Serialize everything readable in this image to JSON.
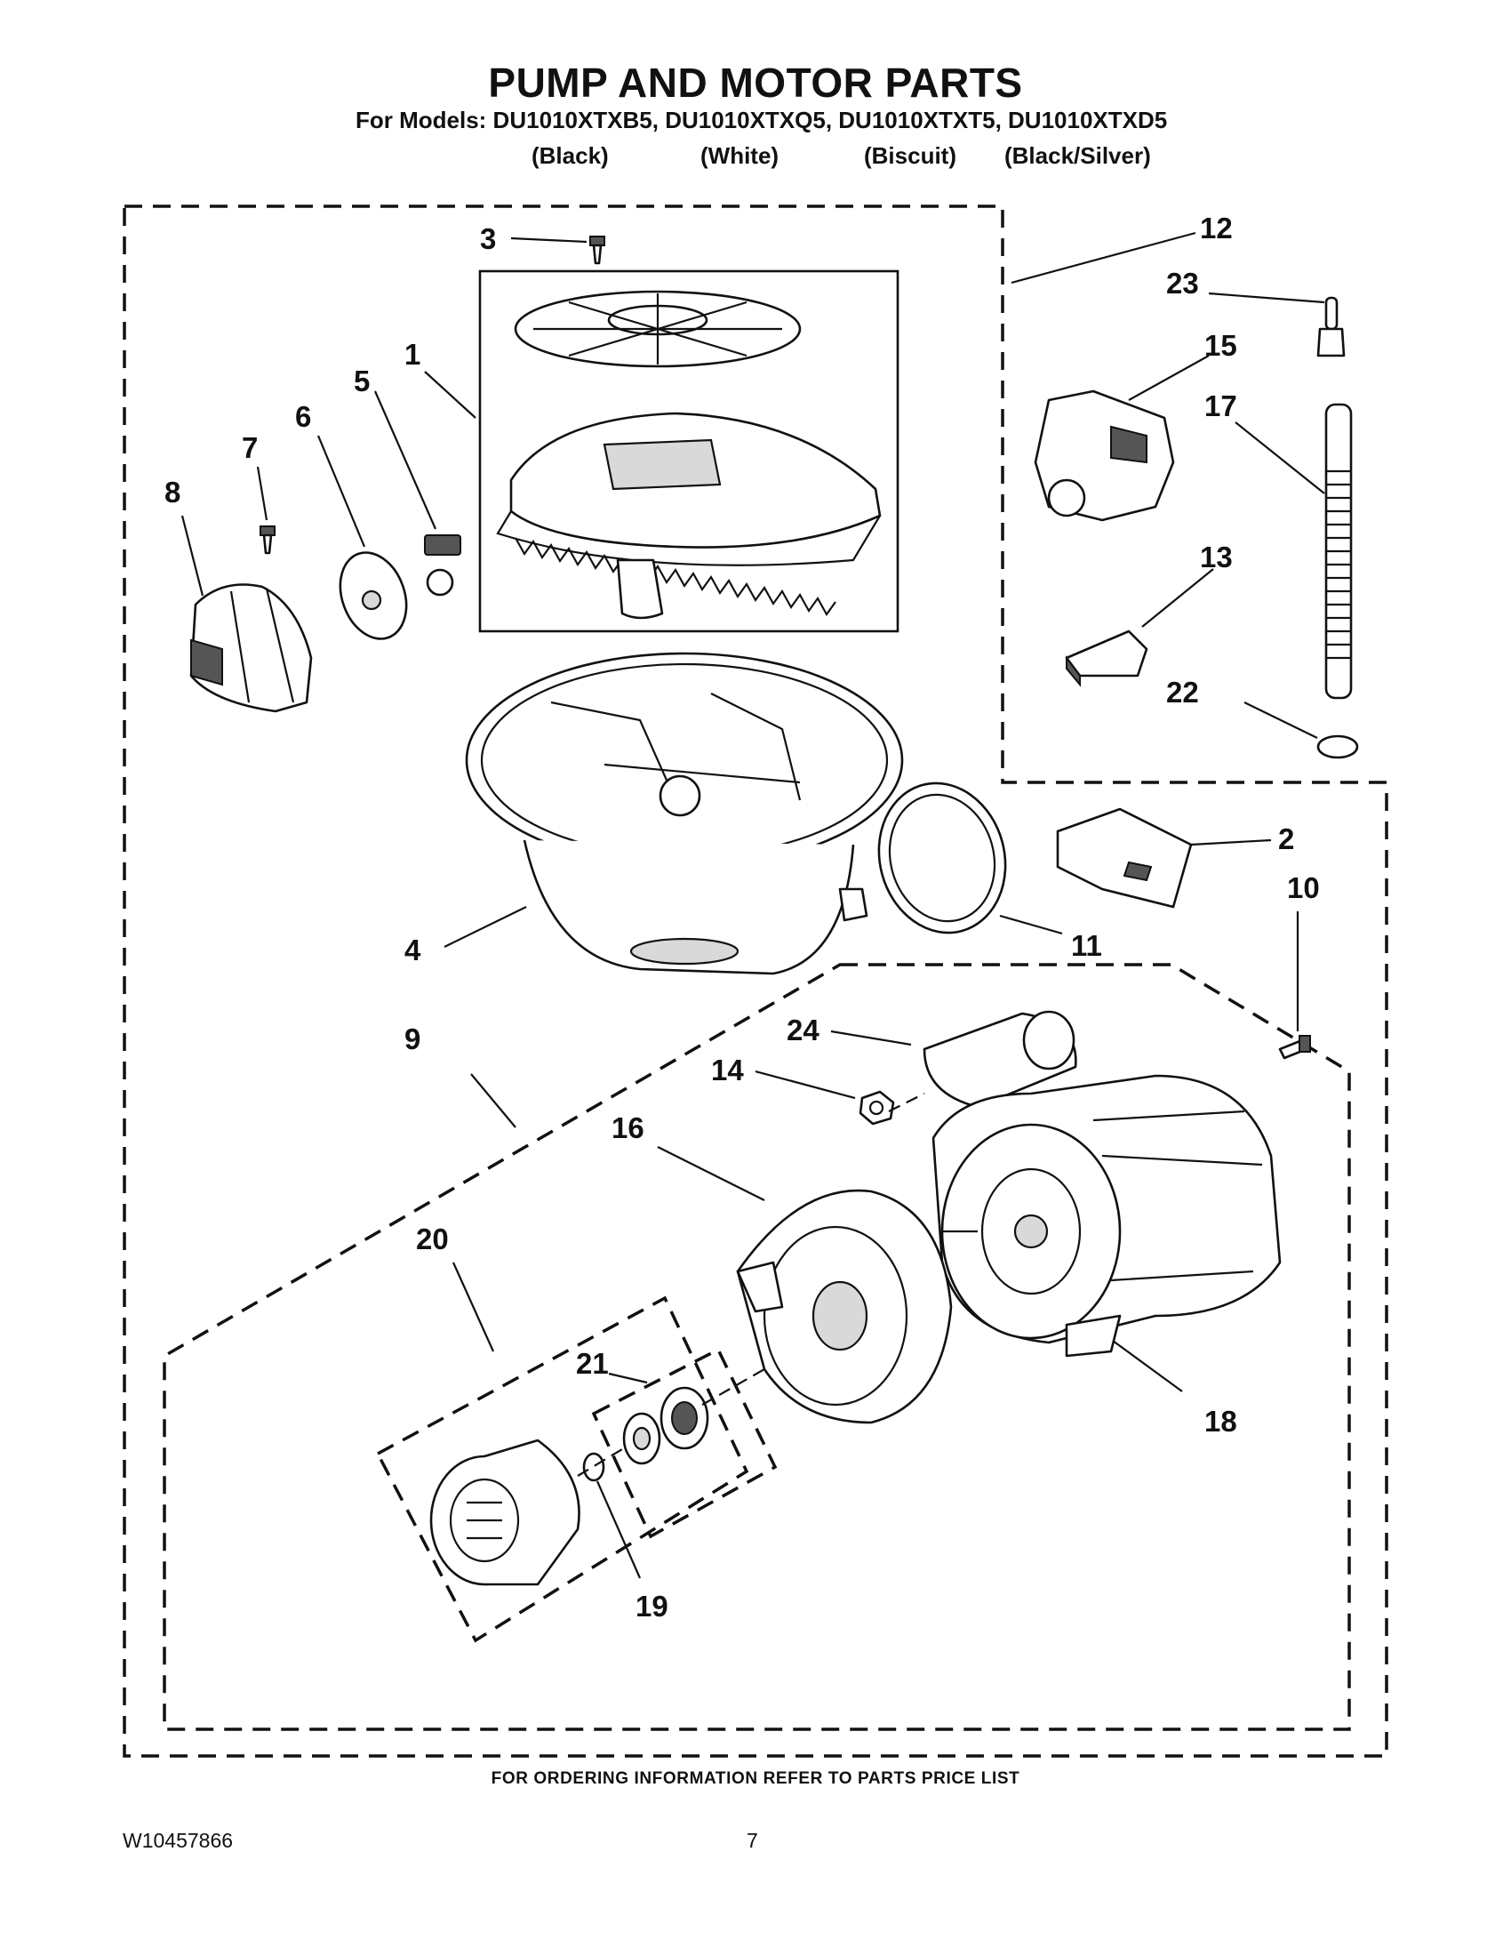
{
  "title": "PUMP AND MOTOR PARTS",
  "models_line": "For Models: DU1010XTXB5, DU1010XTXQ5, DU1010XTXT5, DU1010XTXD5",
  "colors": [
    "(Black)",
    "(White)",
    "(Biscuit)",
    "(Black/Silver)"
  ],
  "callouts": [
    "1",
    "2",
    "3",
    "4",
    "5",
    "6",
    "7",
    "8",
    "9",
    "10",
    "11",
    "12",
    "13",
    "14",
    "15",
    "16",
    "17",
    "18",
    "19",
    "20",
    "21",
    "22",
    "23",
    "24"
  ],
  "footer_note": "FOR ORDERING INFORMATION REFER TO PARTS PRICE LIST",
  "document_number": "W10457866",
  "page_number": "7"
}
